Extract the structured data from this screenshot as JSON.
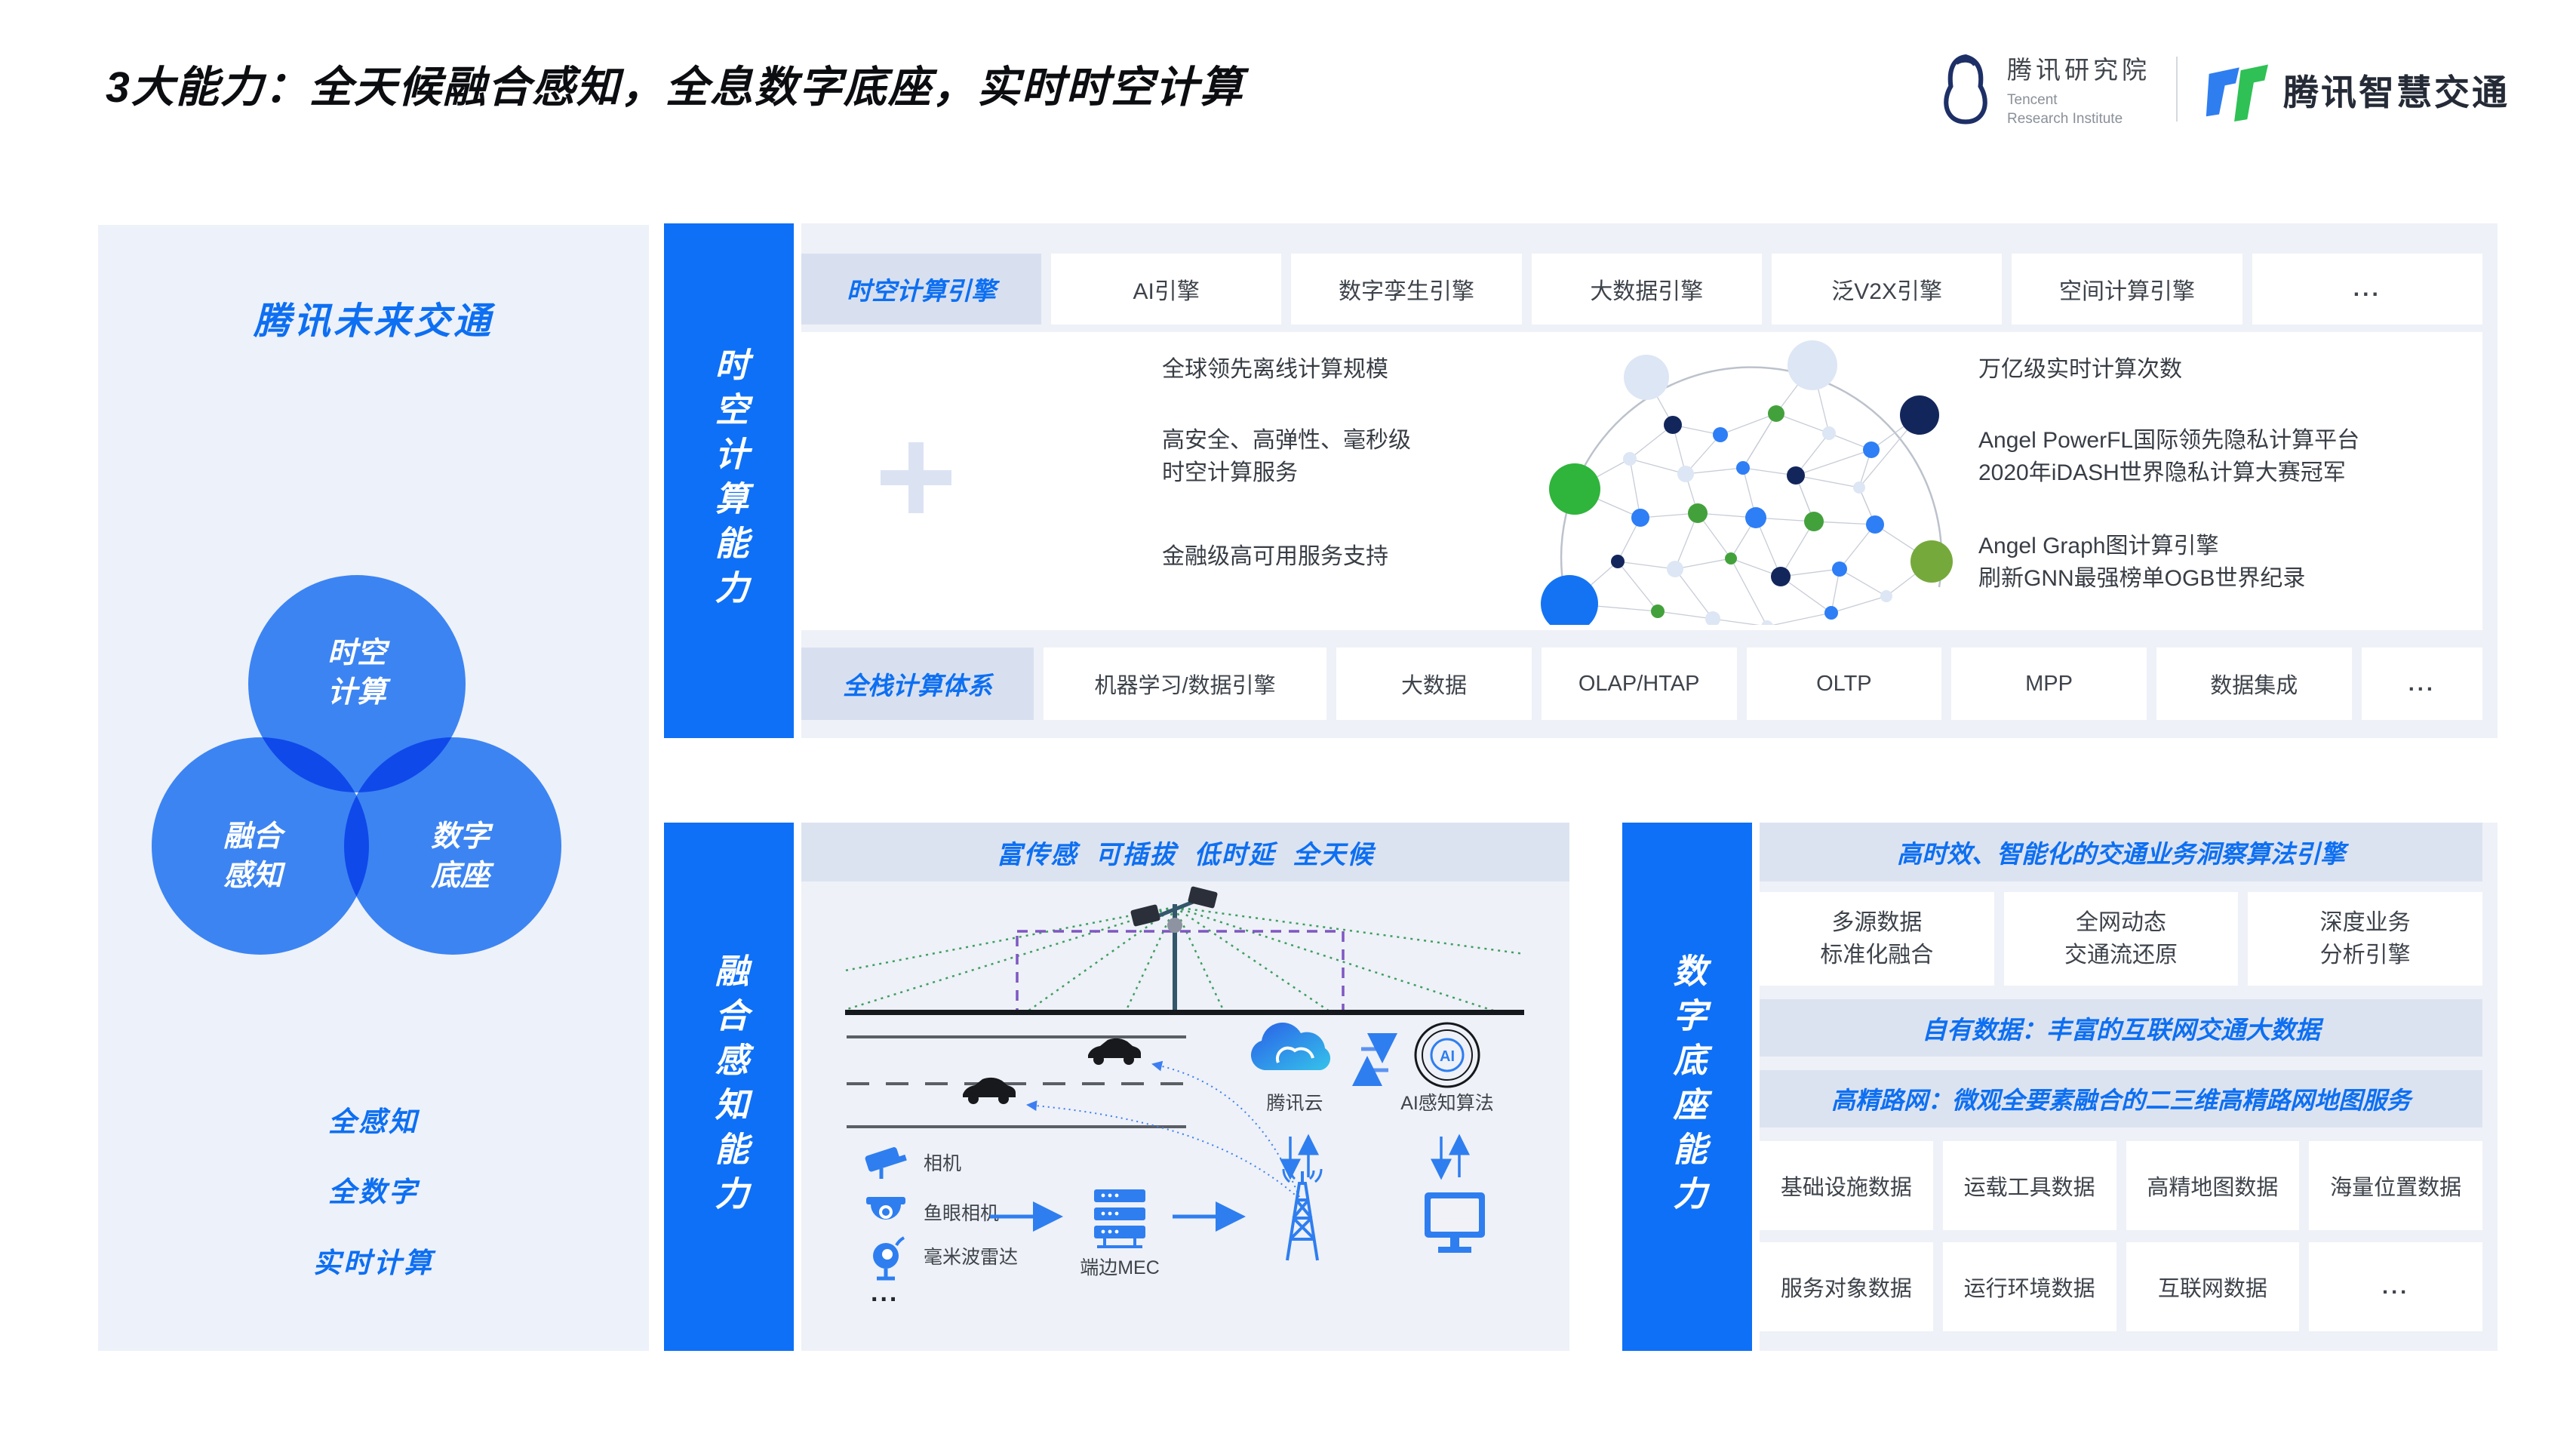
{
  "header": {
    "title": "3大能力：全天候融合感知，全息数字底座，实时时空计算",
    "research_logo": {
      "cn": "腾讯研究院",
      "en_line1": "Tencent",
      "en_line2": "Research Institute"
    },
    "transport_logo": {
      "cn": "腾讯智慧交通"
    }
  },
  "left_panel": {
    "title": "腾讯未来交通",
    "venn": {
      "top": "时空\n计算",
      "bottom_left": "融合\n感知",
      "bottom_right": "数字\n底座"
    },
    "bullets": [
      "全感知",
      "全数字",
      "实时计算"
    ]
  },
  "compute_section": {
    "side_label": "时空计算能力",
    "engine_row": {
      "label": "时空计算引擎",
      "items": [
        "AI引擎",
        "数字孪生引擎",
        "大数据引擎",
        "泛V2X引擎",
        "空间计算引擎",
        "..."
      ]
    },
    "left_points": [
      "全球领先离线计算规模",
      "高安全、高弹性、毫秒级\n时空计算服务",
      "金融级高可用服务支持"
    ],
    "right_points": [
      "万亿级实时计算次数",
      "Angel PowerFL国际领先隐私计算平台\n2020年iDASH世界隐私计算大赛冠军",
      "Angel Graph图计算引擎\n刷新GNN最强榜单OGB世界纪录"
    ],
    "stack_row": {
      "label": "全栈计算体系",
      "items": [
        "机器学习/数据引擎",
        "大数据",
        "OLAP/HTAP",
        "OLTP",
        "MPP",
        "数据集成",
        "..."
      ]
    }
  },
  "perception_section": {
    "side_label": "融合感知能力",
    "header": "富传感  可插拔  低时延  全天候",
    "sensor_labels": [
      "相机",
      "鱼眼相机",
      "毫米波雷达",
      "..."
    ],
    "mec_label": "端边MEC",
    "cloud_label": "腾讯云",
    "ai_label": "AI感知算法"
  },
  "digital_section": {
    "side_label": "数字底座能力",
    "header": "高时效、智能化的交通业务洞察算法引擎",
    "cards": [
      "多源数据\n标准化融合",
      "全网动态\n交通流还原",
      "深度业务\n分析引擎"
    ],
    "band_own_data": "自有数据：丰富的互联网交通大数据",
    "band_hd_map": "高精路网：微观全要素融合的二三维高精路网地图服务",
    "grid": [
      "基础设施数据",
      "运载工具数据",
      "高精地图数据",
      "海量位置数据",
      "服务对象数据",
      "运行环境数据",
      "互联网数据",
      "..."
    ]
  },
  "icons": {
    "plus": "+",
    "ellipsis": "...",
    "sync": "⇄"
  },
  "colors": {
    "accent_blue": "#0d6ff2",
    "bar_blue": "#0e70f6",
    "band_bg": "#dce3f0",
    "backdrop_bg": "#eef1f7",
    "panel_bg": "#edf1fa",
    "green_node": "#2fb43c",
    "navy_node": "#13265c",
    "olive_node": "#76a93c"
  }
}
